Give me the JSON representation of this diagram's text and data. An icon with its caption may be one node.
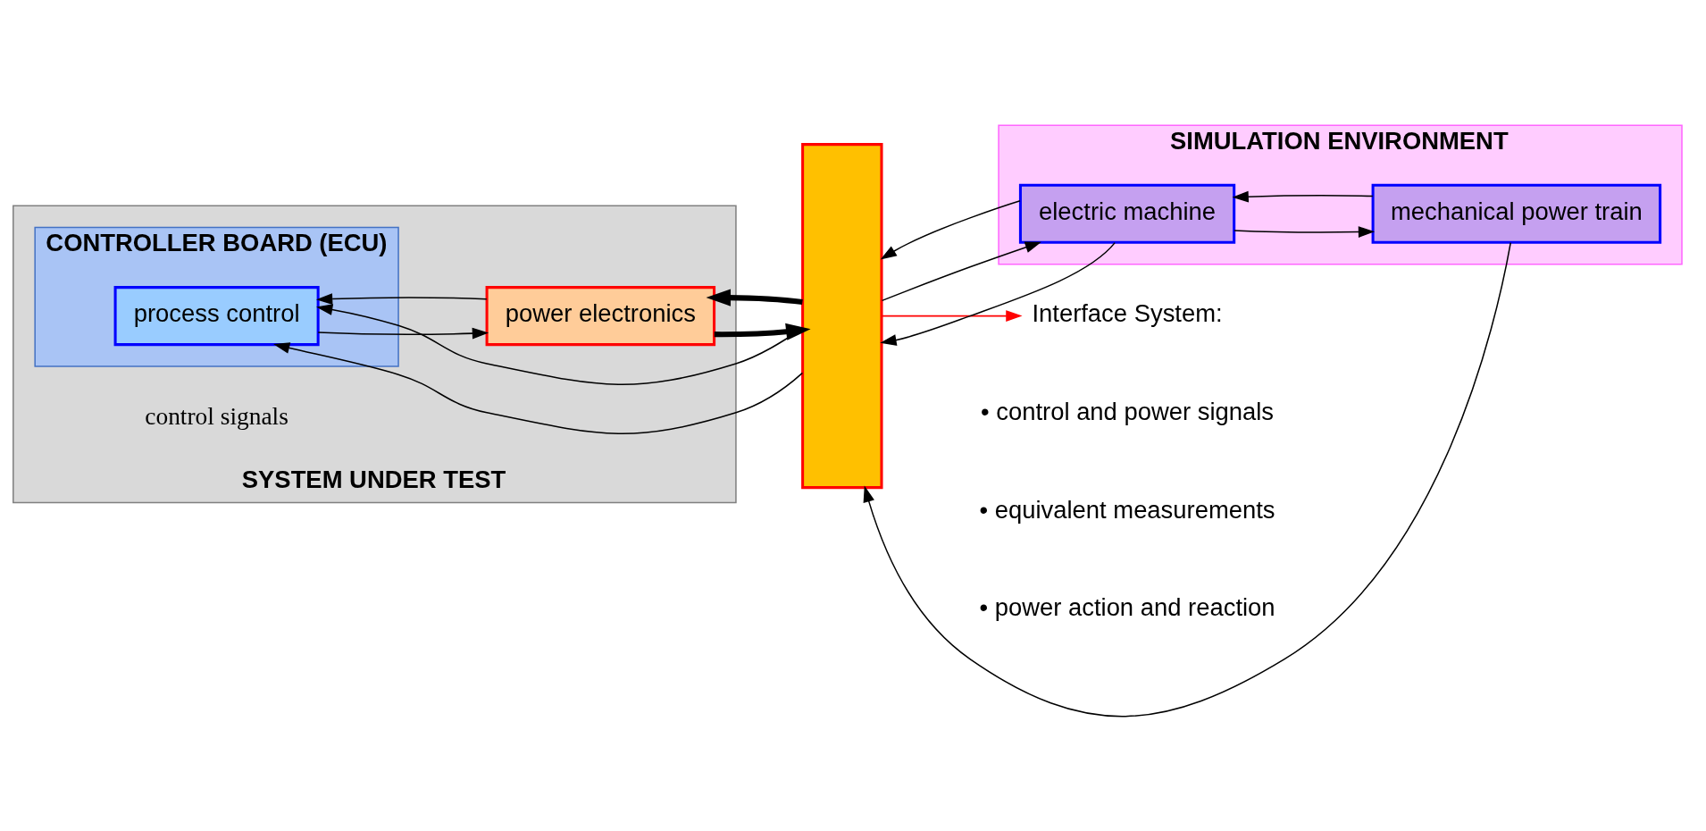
{
  "diagram": {
    "nodes": [
      {
        "text": [
          "SYSTEM UNDER TEST"
        ]
      },
      {
        "text": [
          "CONTROLLER BOARD (ECU)"
        ],
        "in": 0
      },
      {
        "text": [
          "process control"
        ],
        "in": 1
      },
      {
        "text": [
          "power electronics"
        ],
        "in": 0
      },
      {
        "text": [],
        "shape": "box"
      },
      {
        "text": [
          "SIMULATION ENVIRONMENT"
        ]
      },
      {
        "text": [
          "electric machine"
        ],
        "in": 5
      },
      {
        "text": [
          "mechanical power train"
        ],
        "in": 5
      },
      {
        "text": [
          "Interface System:"
        ]
      }
    ],
    "edges": [
      {
        "from": 2,
        "to": 3,
        "arrow": "to"
      },
      {
        "from": 3,
        "to": 2,
        "arrow": "to"
      },
      {
        "from": 3,
        "to": 4,
        "arrow": "to",
        "style": "thick"
      },
      {
        "from": 4,
        "to": 3,
        "arrow": "to",
        "style": "thick"
      },
      {
        "from": 4,
        "to": 6,
        "arrow": "to"
      },
      {
        "from": 6,
        "to": 4,
        "arrow": "to"
      },
      {
        "from": 6,
        "to": 7,
        "arrow": "to"
      },
      {
        "from": 7,
        "to": 6,
        "arrow": "to"
      },
      {
        "from": 6,
        "to": 4,
        "arrow": "to"
      },
      {
        "from": 7,
        "to": 4,
        "arrow": "to"
      },
      {
        "from": 4,
        "to": 2,
        "arrow": "to"
      },
      {
        "from": 4,
        "to": 2,
        "arrow": "to"
      },
      {
        "from": 4,
        "to": 8,
        "arrow": "to",
        "color": "#ff0000"
      }
    ],
    "labels": [
      "control signals",
      "• control and power signals",
      "• equivalent measurements",
      "• power action and reaction"
    ]
  }
}
